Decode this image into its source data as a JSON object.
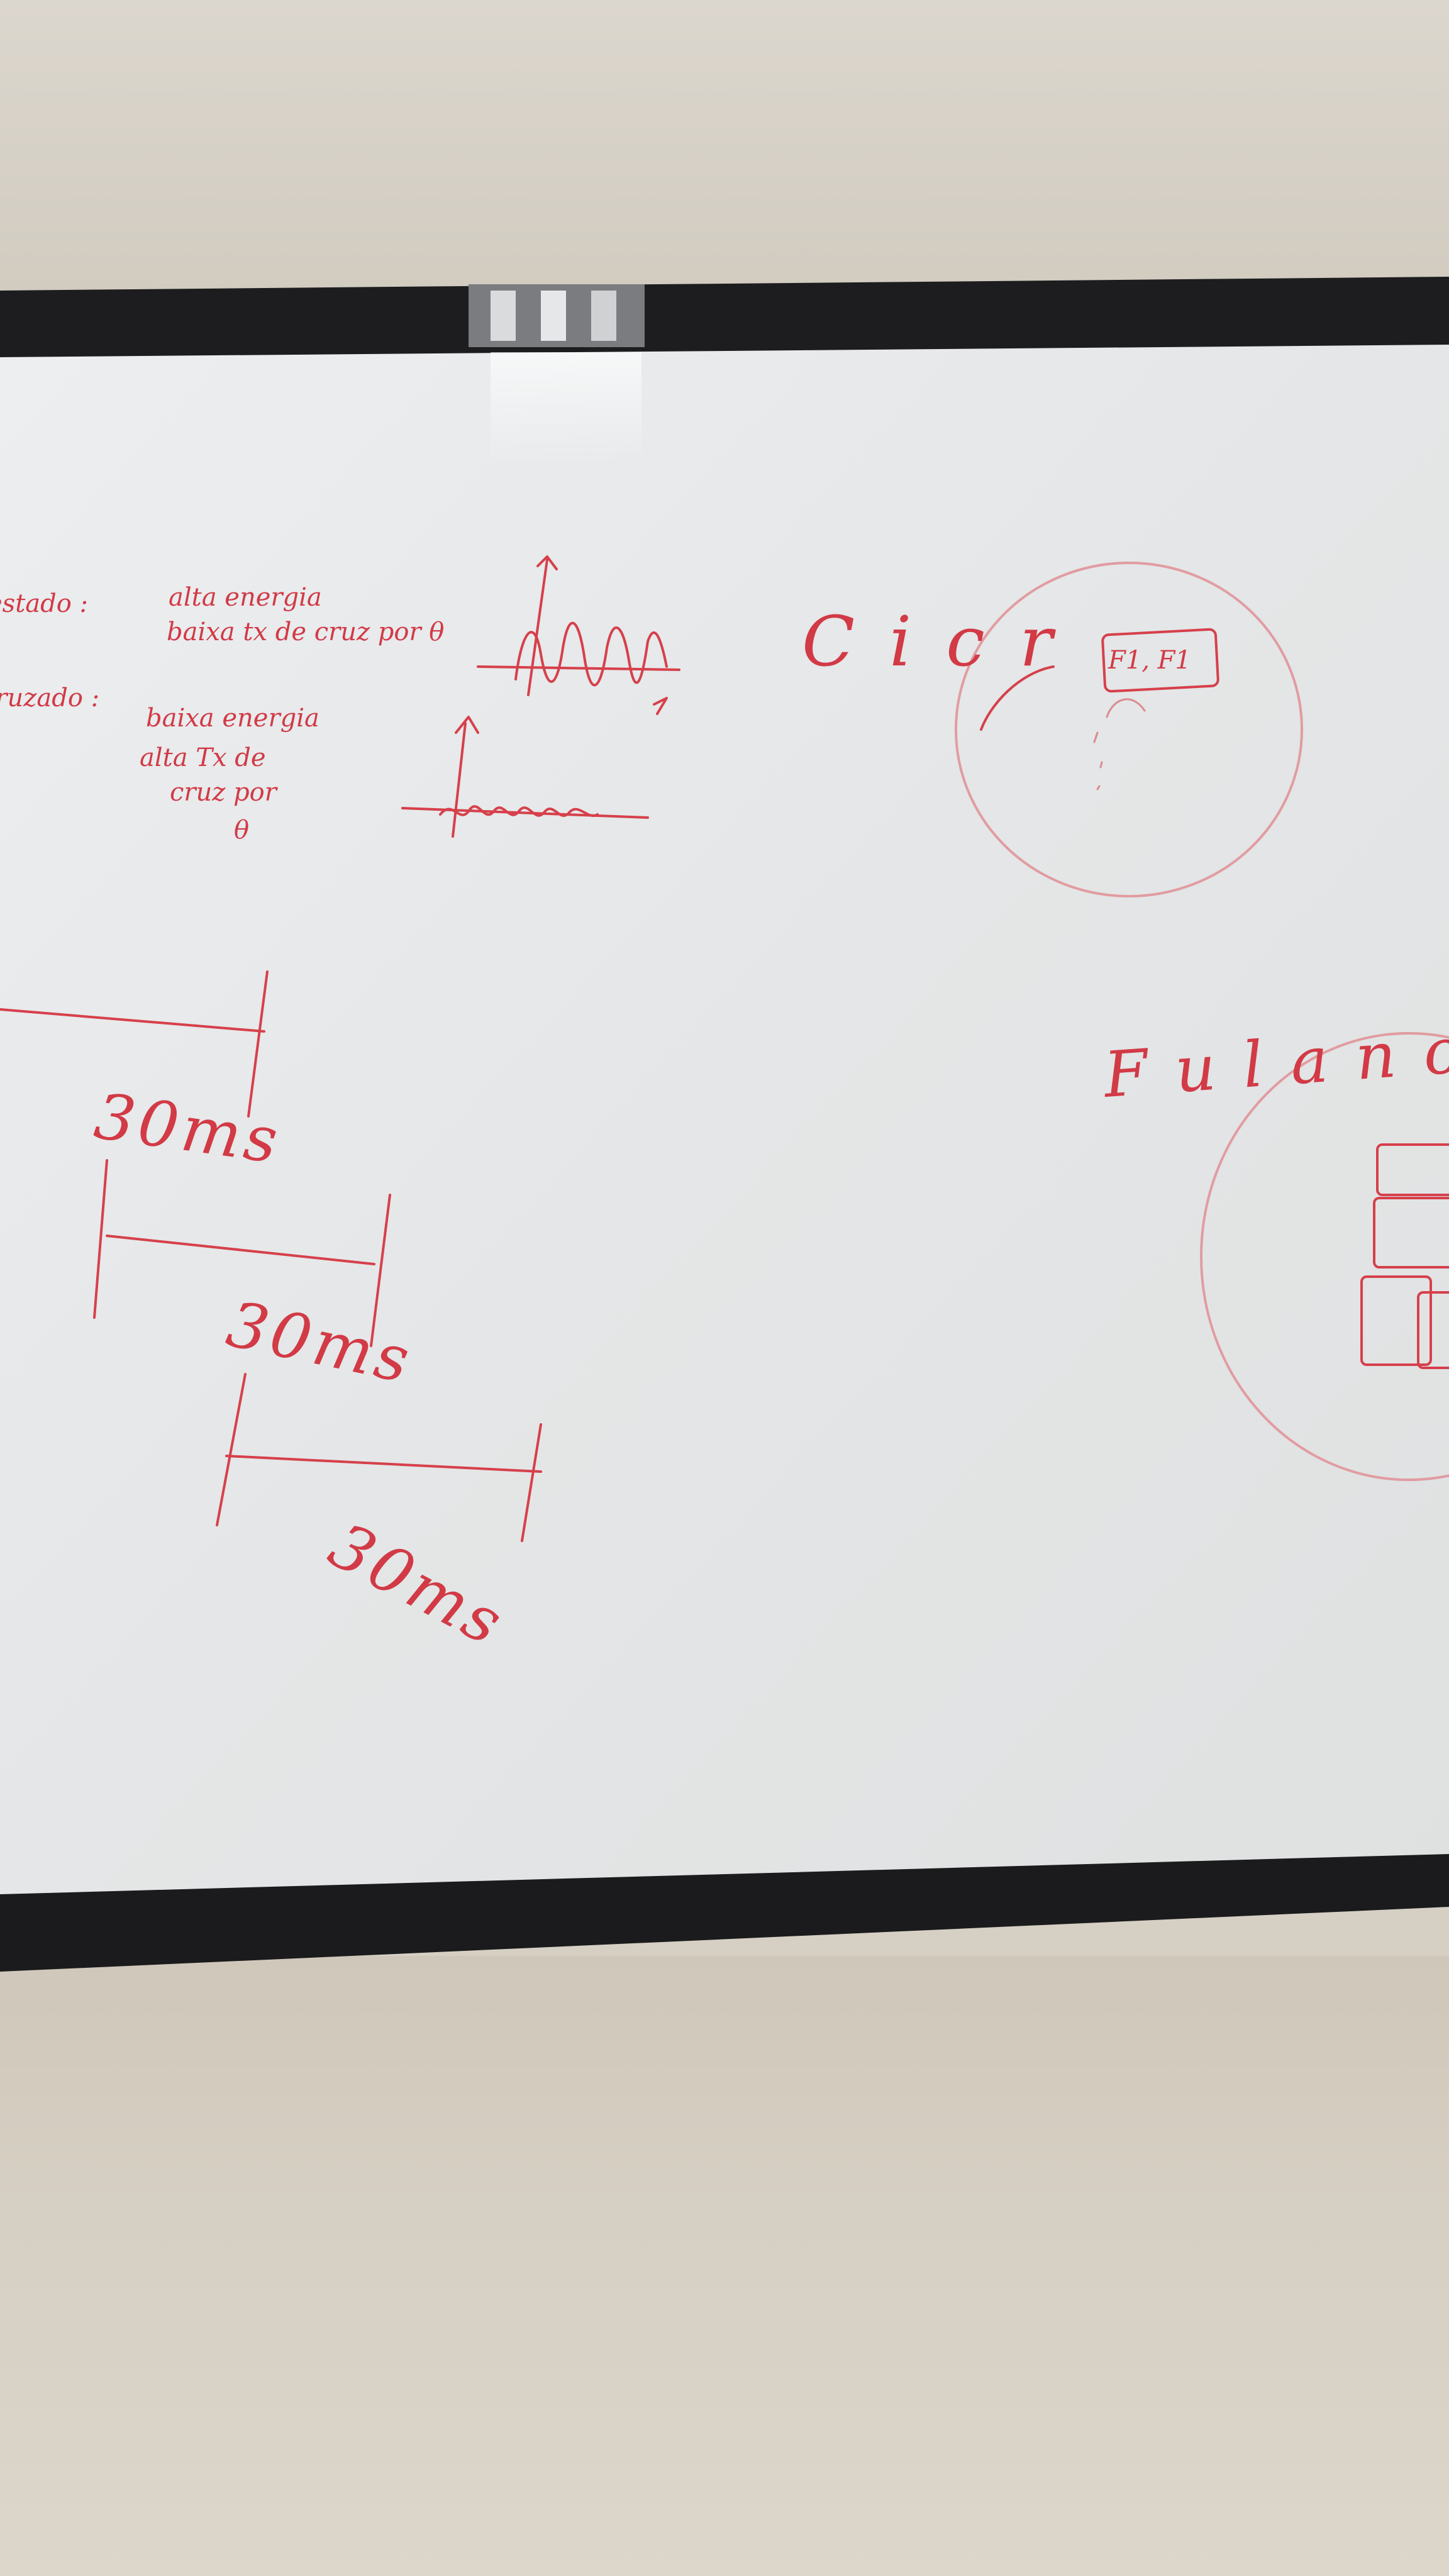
{
  "whiteboard": {
    "notes_left": [
      {
        "text": "estado :"
      },
      {
        "text": "alta energia"
      },
      {
        "text": "baixa tx de cruz por θ"
      },
      {
        "text": "cruzado :"
      },
      {
        "text": "baixa energia"
      },
      {
        "text": "alta Tx de"
      },
      {
        "text": "cruz por"
      },
      {
        "text": "θ"
      }
    ],
    "labels_right": {
      "ciclo": "C i c r",
      "fulano": "F u l a n o",
      "box1": "F1, F1"
    },
    "timeline_labels": [
      "30ms",
      "30ms",
      "30ms"
    ]
  },
  "colors": {
    "marker": "#d6404b",
    "frame": "#1d1d1f",
    "board": "#e5e7e8"
  }
}
